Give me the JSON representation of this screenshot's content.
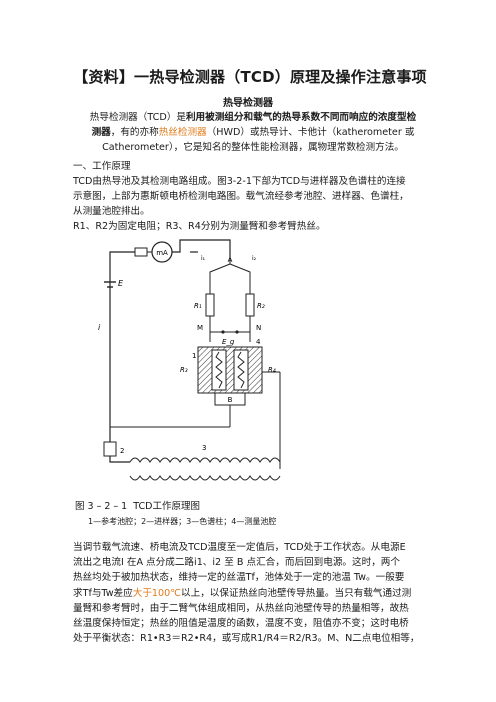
{
  "doc": {
    "title": "【资料】一热导检测器（TCD）原理及操作注意事项",
    "subtitle": "热导检测器",
    "intro": {
      "p1a": "热导检测器（TCD）是",
      "p1b": "利用被测组分和载气的热导系数不同而响应的浓度型检",
      "p2a": "测器",
      "p2b": "，有的亦称",
      "p2c": "热丝检测器",
      "p2d": "（HWD）或热导计、卡他计（katherometer 或",
      "p3": "Catherometer），它是知名的整体性能检测器，属物理常数检测方法。"
    },
    "section_title": "一、工作原理",
    "principle": {
      "l1": "TCD由热导池及其检测电路组成。图3-2-1下部为TCD与进样器及色谱柱的连接",
      "l2": "示意图，上部为惠斯顿电桥检测电路图。载气流经参考池腔、进样器、色谱柱，",
      "l3": "从测量池腔排出。",
      "l4": "R1、R2为固定电阻；R3、R4分别为测量臂和参考臂热丝。"
    },
    "figure": {
      "caption_num": "图 3 – 2 – 1",
      "caption_text": "TCD工作原理图",
      "legend": "1—参考池腔；2—进样器；3—色谱柱；4—测量池腔",
      "labels": {
        "ma": "mA",
        "e": "E",
        "i": "i",
        "i1": "i₁",
        "i2": "i₂",
        "a": "A",
        "r1": "R₁",
        "r2": "R₂",
        "m": "M",
        "n": "N",
        "eg": "E_g",
        "r3": "R₃",
        "r4": "R₄",
        "b": "B",
        "n1": "1",
        "n2": "2",
        "n3": "3",
        "n4": "4"
      }
    },
    "body": {
      "l1": "当调节载气流速、桥电流及TCD温度至一定值后，TCD处于工作状态。从电源E",
      "l2": "流出之电流I 在A  点分成二路i1、i2  至  B  点汇合，而后回到电源。这时，两个",
      "l3": "热丝均处于被加热状态，维持一定的丝温Tf，池体处于一定的池温  Tw。一般要",
      "l4a": "求Tf与Tw差应",
      "l4b": "大于100℃",
      "l4c": "以上，以保证热丝向池壁传导热量。当只有载气通过测",
      "l5": "量臂和参考臂时，由于二臂气体组成相同，从热丝向池壁传导的热量相等，故热",
      "l6": "丝温度保持恒定；热丝的阻值是温度的函数，温度不变，阻值亦不变；这时电桥",
      "l7": "处于平衡状态：R1•R3＝R2•R4，或写成R1/R4＝R2/R3。M、N二点电位相等，"
    },
    "colors": {
      "highlight": "#e07b1a",
      "text": "#1a1a1a"
    }
  }
}
